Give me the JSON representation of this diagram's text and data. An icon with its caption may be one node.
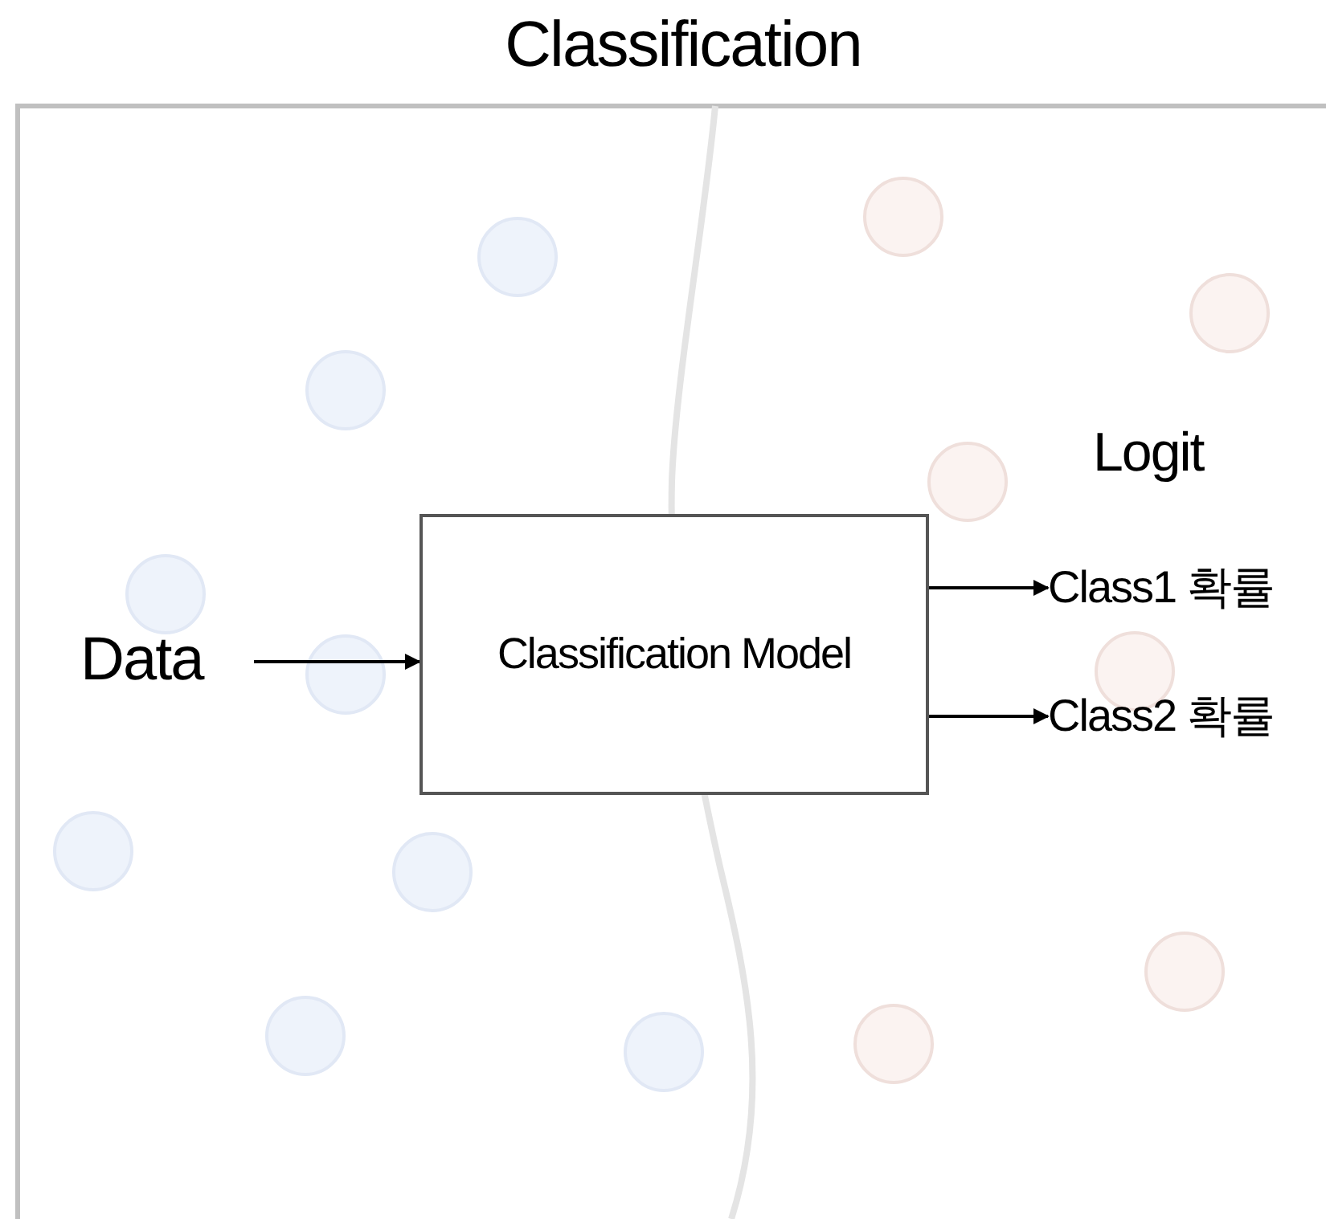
{
  "diagram": {
    "title": "Classification",
    "nodes": [
      {
        "text": [
          "Data"
        ]
      },
      {
        "text": [
          "Classification Model"
        ]
      },
      {
        "text": [
          "Class1 확률"
        ]
      },
      {
        "text": [
          "Class2 확률"
        ]
      }
    ],
    "edges": [
      {
        "from": 0,
        "to": 1,
        "arrow": "to"
      },
      {
        "from": 1,
        "to": 2,
        "arrow": "to"
      },
      {
        "from": 1,
        "to": 3,
        "arrow": "to"
      }
    ],
    "labels": [
      "Logit"
    ]
  }
}
